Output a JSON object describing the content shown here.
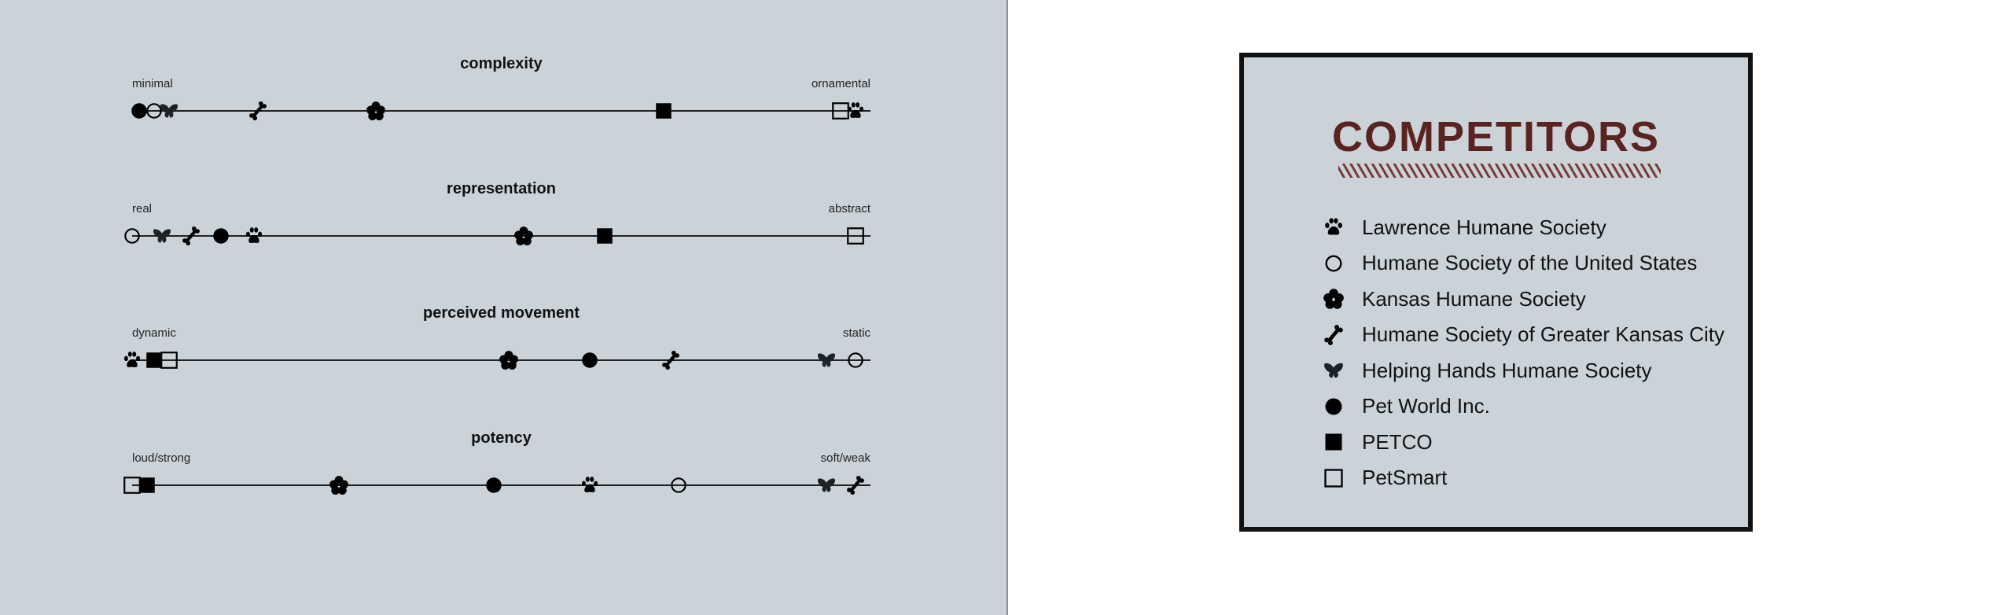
{
  "legend": {
    "title": "COMPETITORS",
    "items": [
      {
        "name": "Lawrence Humane Society",
        "icon": "paw"
      },
      {
        "name": "Humane Society of the United States",
        "icon": "circle-open"
      },
      {
        "name": "Kansas Humane Society",
        "icon": "flower"
      },
      {
        "name": "Humane Society of Greater Kansas City",
        "icon": "bone"
      },
      {
        "name": "Helping Hands Humane Society",
        "icon": "butterfly"
      },
      {
        "name": "Pet World Inc.",
        "icon": "circle-filled"
      },
      {
        "name": "PETCO",
        "icon": "square-filled"
      },
      {
        "name": "PetSmart",
        "icon": "square-open"
      }
    ],
    "title_color": "#5a2320"
  },
  "chart_data": {
    "type": "scatter",
    "range": [
      0,
      100
    ],
    "scales": [
      {
        "title": "complexity",
        "left": "minimal",
        "right": "ornamental",
        "values": {
          "Pet World Inc.": 1,
          "Humane Society of the United States": 3,
          "Helping Hands Humane Society": 5,
          "Humane Society of Greater Kansas City": 17,
          "Kansas Humane Society": 33,
          "PETCO": 72,
          "PetSmart": 96,
          "Lawrence Humane Society": 98
        }
      },
      {
        "title": "representation",
        "left": "real",
        "right": "abstract",
        "values": {
          "Humane Society of the United States": 0,
          "Helping Hands Humane Society": 4,
          "Humane Society of Greater Kansas City": 8,
          "Pet World Inc.": 12,
          "Lawrence Humane Society": 16.5,
          "Kansas Humane Society": 53,
          "PETCO": 64,
          "PetSmart": 98
        }
      },
      {
        "title": "perceived movement",
        "left": "dynamic",
        "right": "static",
        "values": {
          "Lawrence Humane Society": 0,
          "PETCO": 3,
          "PetSmart": 5,
          "Kansas Humane Society": 51,
          "Pet World Inc.": 62,
          "Humane Society of Greater Kansas City": 73,
          "Helping Hands Humane Society": 94,
          "Humane Society of the United States": 98
        }
      },
      {
        "title": "potency",
        "left": "loud/strong",
        "right": "soft/weak",
        "values": {
          "PetSmart": 0,
          "PETCO": 2,
          "Kansas Humane Society": 28,
          "Pet World Inc.": 49,
          "Lawrence Humane Society": 62,
          "Humane Society of the United States": 74,
          "Helping Hands Humane Society": 94,
          "Humane Society of Greater Kansas City": 98
        }
      }
    ]
  }
}
